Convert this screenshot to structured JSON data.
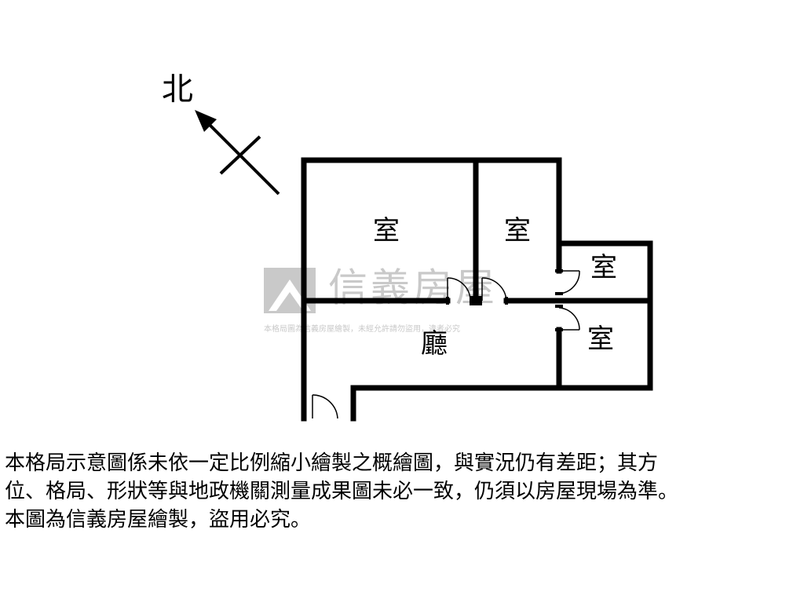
{
  "compass": {
    "label": "北"
  },
  "rooms": {
    "room_top_left": "室",
    "room_top_mid": "室",
    "room_right_top": "室",
    "room_right_bottom": "室",
    "living_room": "廳"
  },
  "watermark": {
    "brand": "信義房屋",
    "subtext": "本格局圖為信義房屋繪製，未經允許請勿盜用，違者必究"
  },
  "disclaimer": {
    "lines": [
      "本格局示意圖係未依一定比例縮小繪製之概繪圖，與實況仍有差距；其方",
      "位、格局、形狀等與地政機關測量成果圖未必一致，仍須以房屋現場為準。",
      "本圖為信義房屋繪製，盜用必究。"
    ]
  }
}
